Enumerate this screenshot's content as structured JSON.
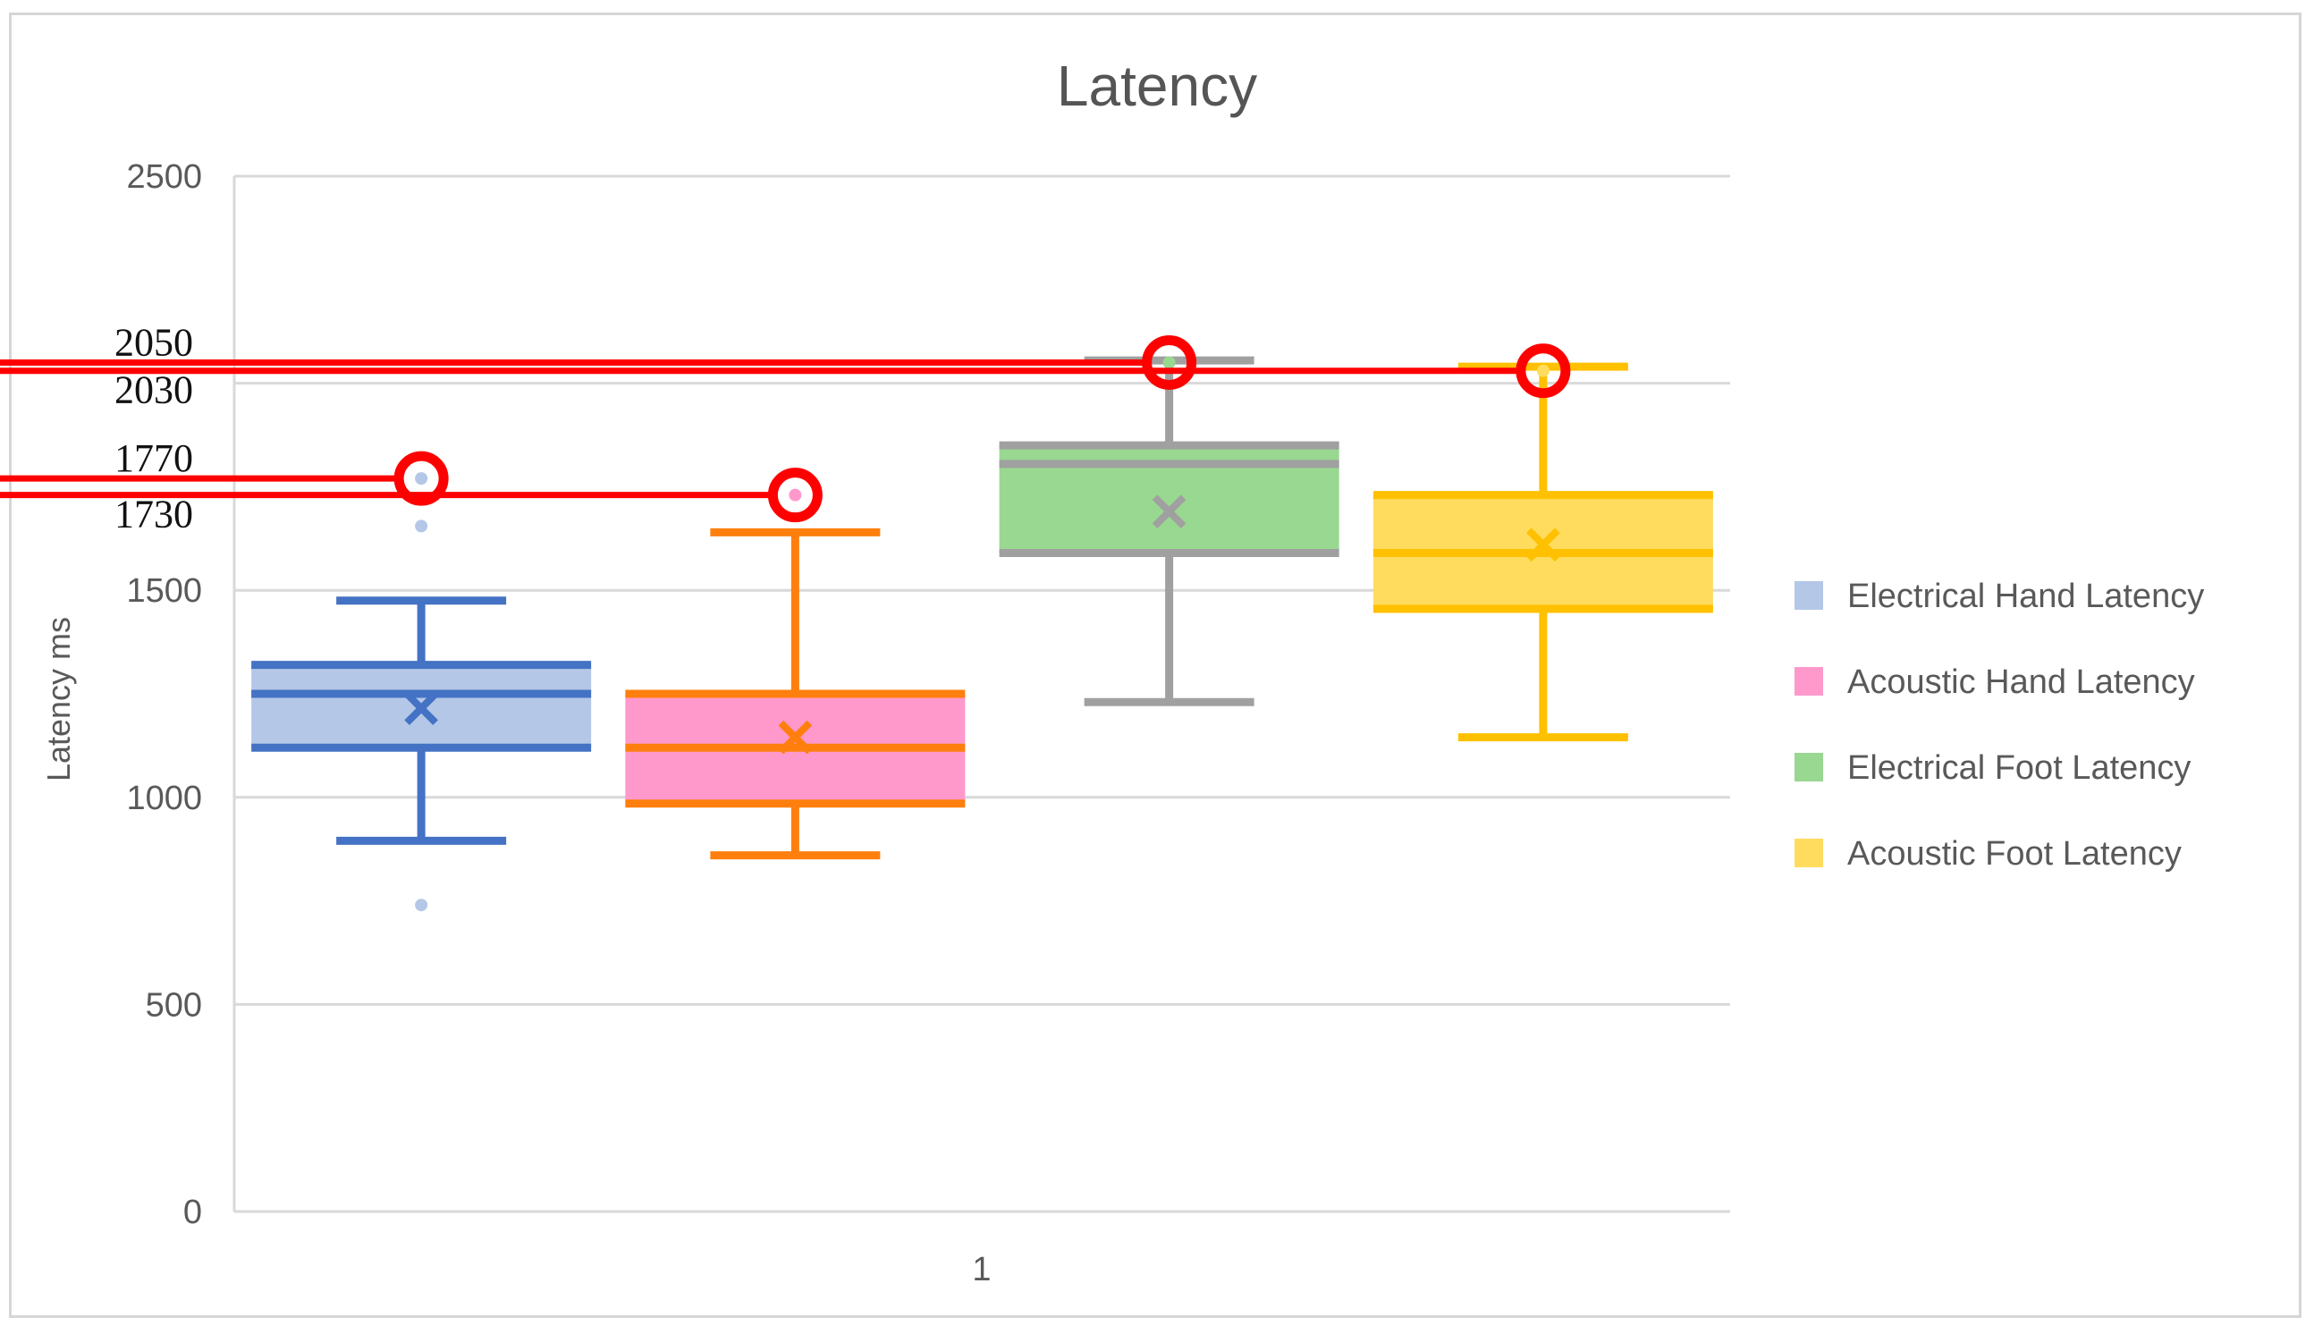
{
  "chart_data": {
    "type": "box",
    "title": "Latency",
    "ylabel": "Latency ms",
    "xlabel": "",
    "categories": [
      "1"
    ],
    "ylim": [
      0,
      2500
    ],
    "yticks": [
      0,
      500,
      1000,
      1500,
      2500
    ],
    "grid": true,
    "legend_position": "right",
    "series": [
      {
        "name": "Electrical Hand Latency",
        "fill": "#b4c7e7",
        "stroke": "#4472c4",
        "min": 895,
        "q1": 1120,
        "median": 1250,
        "q3": 1320,
        "max": 1475,
        "mean": 1215,
        "outliers": [
          740,
          1655,
          1770
        ]
      },
      {
        "name": "Acoustic Hand Latency",
        "fill": "#ff99cc",
        "stroke": "#ff7f0e",
        "min": 860,
        "q1": 985,
        "median": 1120,
        "q3": 1250,
        "max": 1640,
        "mean": 1145,
        "outliers": [
          1730
        ]
      },
      {
        "name": "Electrical Foot Latency",
        "fill": "#99d890",
        "stroke": "#a0a0a0",
        "min": 1230,
        "q1": 1590,
        "median": 1805,
        "q3": 1850,
        "max": 2055,
        "mean": 1690,
        "outliers": [
          2050
        ]
      },
      {
        "name": "Acoustic Foot Latency",
        "fill": "#ffdc5e",
        "stroke": "#ffc000",
        "min": 1145,
        "q1": 1455,
        "median": 1590,
        "q3": 1730,
        "max": 2040,
        "mean": 1610,
        "outliers": [
          2030
        ]
      }
    ],
    "annotations": [
      {
        "label": "2050",
        "value": 2050,
        "series_index": 2
      },
      {
        "label": "2030",
        "value": 2030,
        "series_index": 3
      },
      {
        "label": "1770",
        "value": 1770,
        "series_index": 0
      },
      {
        "label": "1730",
        "value": 1730,
        "series_index": 1
      }
    ],
    "annotation_color": "#ff0000"
  }
}
